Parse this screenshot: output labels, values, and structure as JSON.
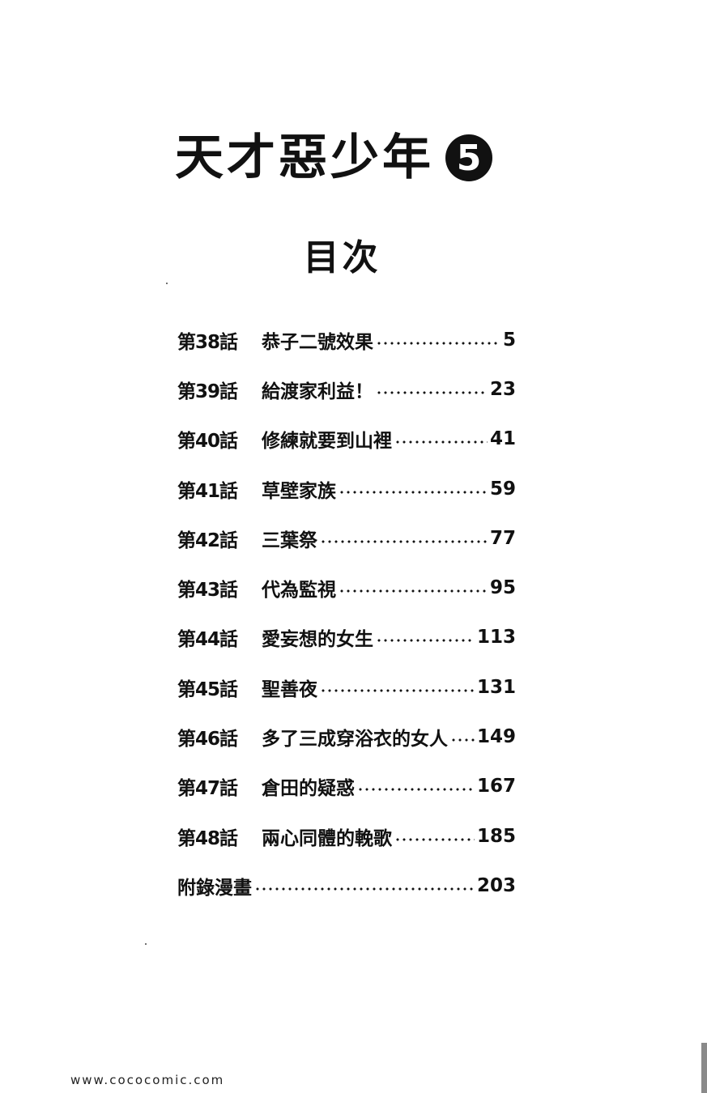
{
  "book": {
    "title": "天才惡少年",
    "volume": "5"
  },
  "toc": {
    "heading": "目次",
    "entries": [
      {
        "episode": "第38話",
        "title": "恭子二號效果",
        "page": "5"
      },
      {
        "episode": "第39話",
        "title": "給渡家利益！",
        "page": "23"
      },
      {
        "episode": "第40話",
        "title": "修練就要到山裡",
        "page": "41"
      },
      {
        "episode": "第41話",
        "title": "草壁家族",
        "page": "59"
      },
      {
        "episode": "第42話",
        "title": "三葉祭",
        "page": "77"
      },
      {
        "episode": "第43話",
        "title": "代為監視",
        "page": "95"
      },
      {
        "episode": "第44話",
        "title": "愛妄想的女生",
        "page": "113"
      },
      {
        "episode": "第45話",
        "title": "聖善夜",
        "page": "131"
      },
      {
        "episode": "第46話",
        "title": "多了三成穿浴衣的女人",
        "page": "149"
      },
      {
        "episode": "第47話",
        "title": "倉田的疑惑",
        "page": "167"
      },
      {
        "episode": "第48話",
        "title": "兩心同體的輓歌",
        "page": "185"
      }
    ],
    "appendix": {
      "title": "附錄漫畫",
      "page": "203"
    }
  },
  "footer": {
    "watermark": "www.cococomic.com"
  }
}
